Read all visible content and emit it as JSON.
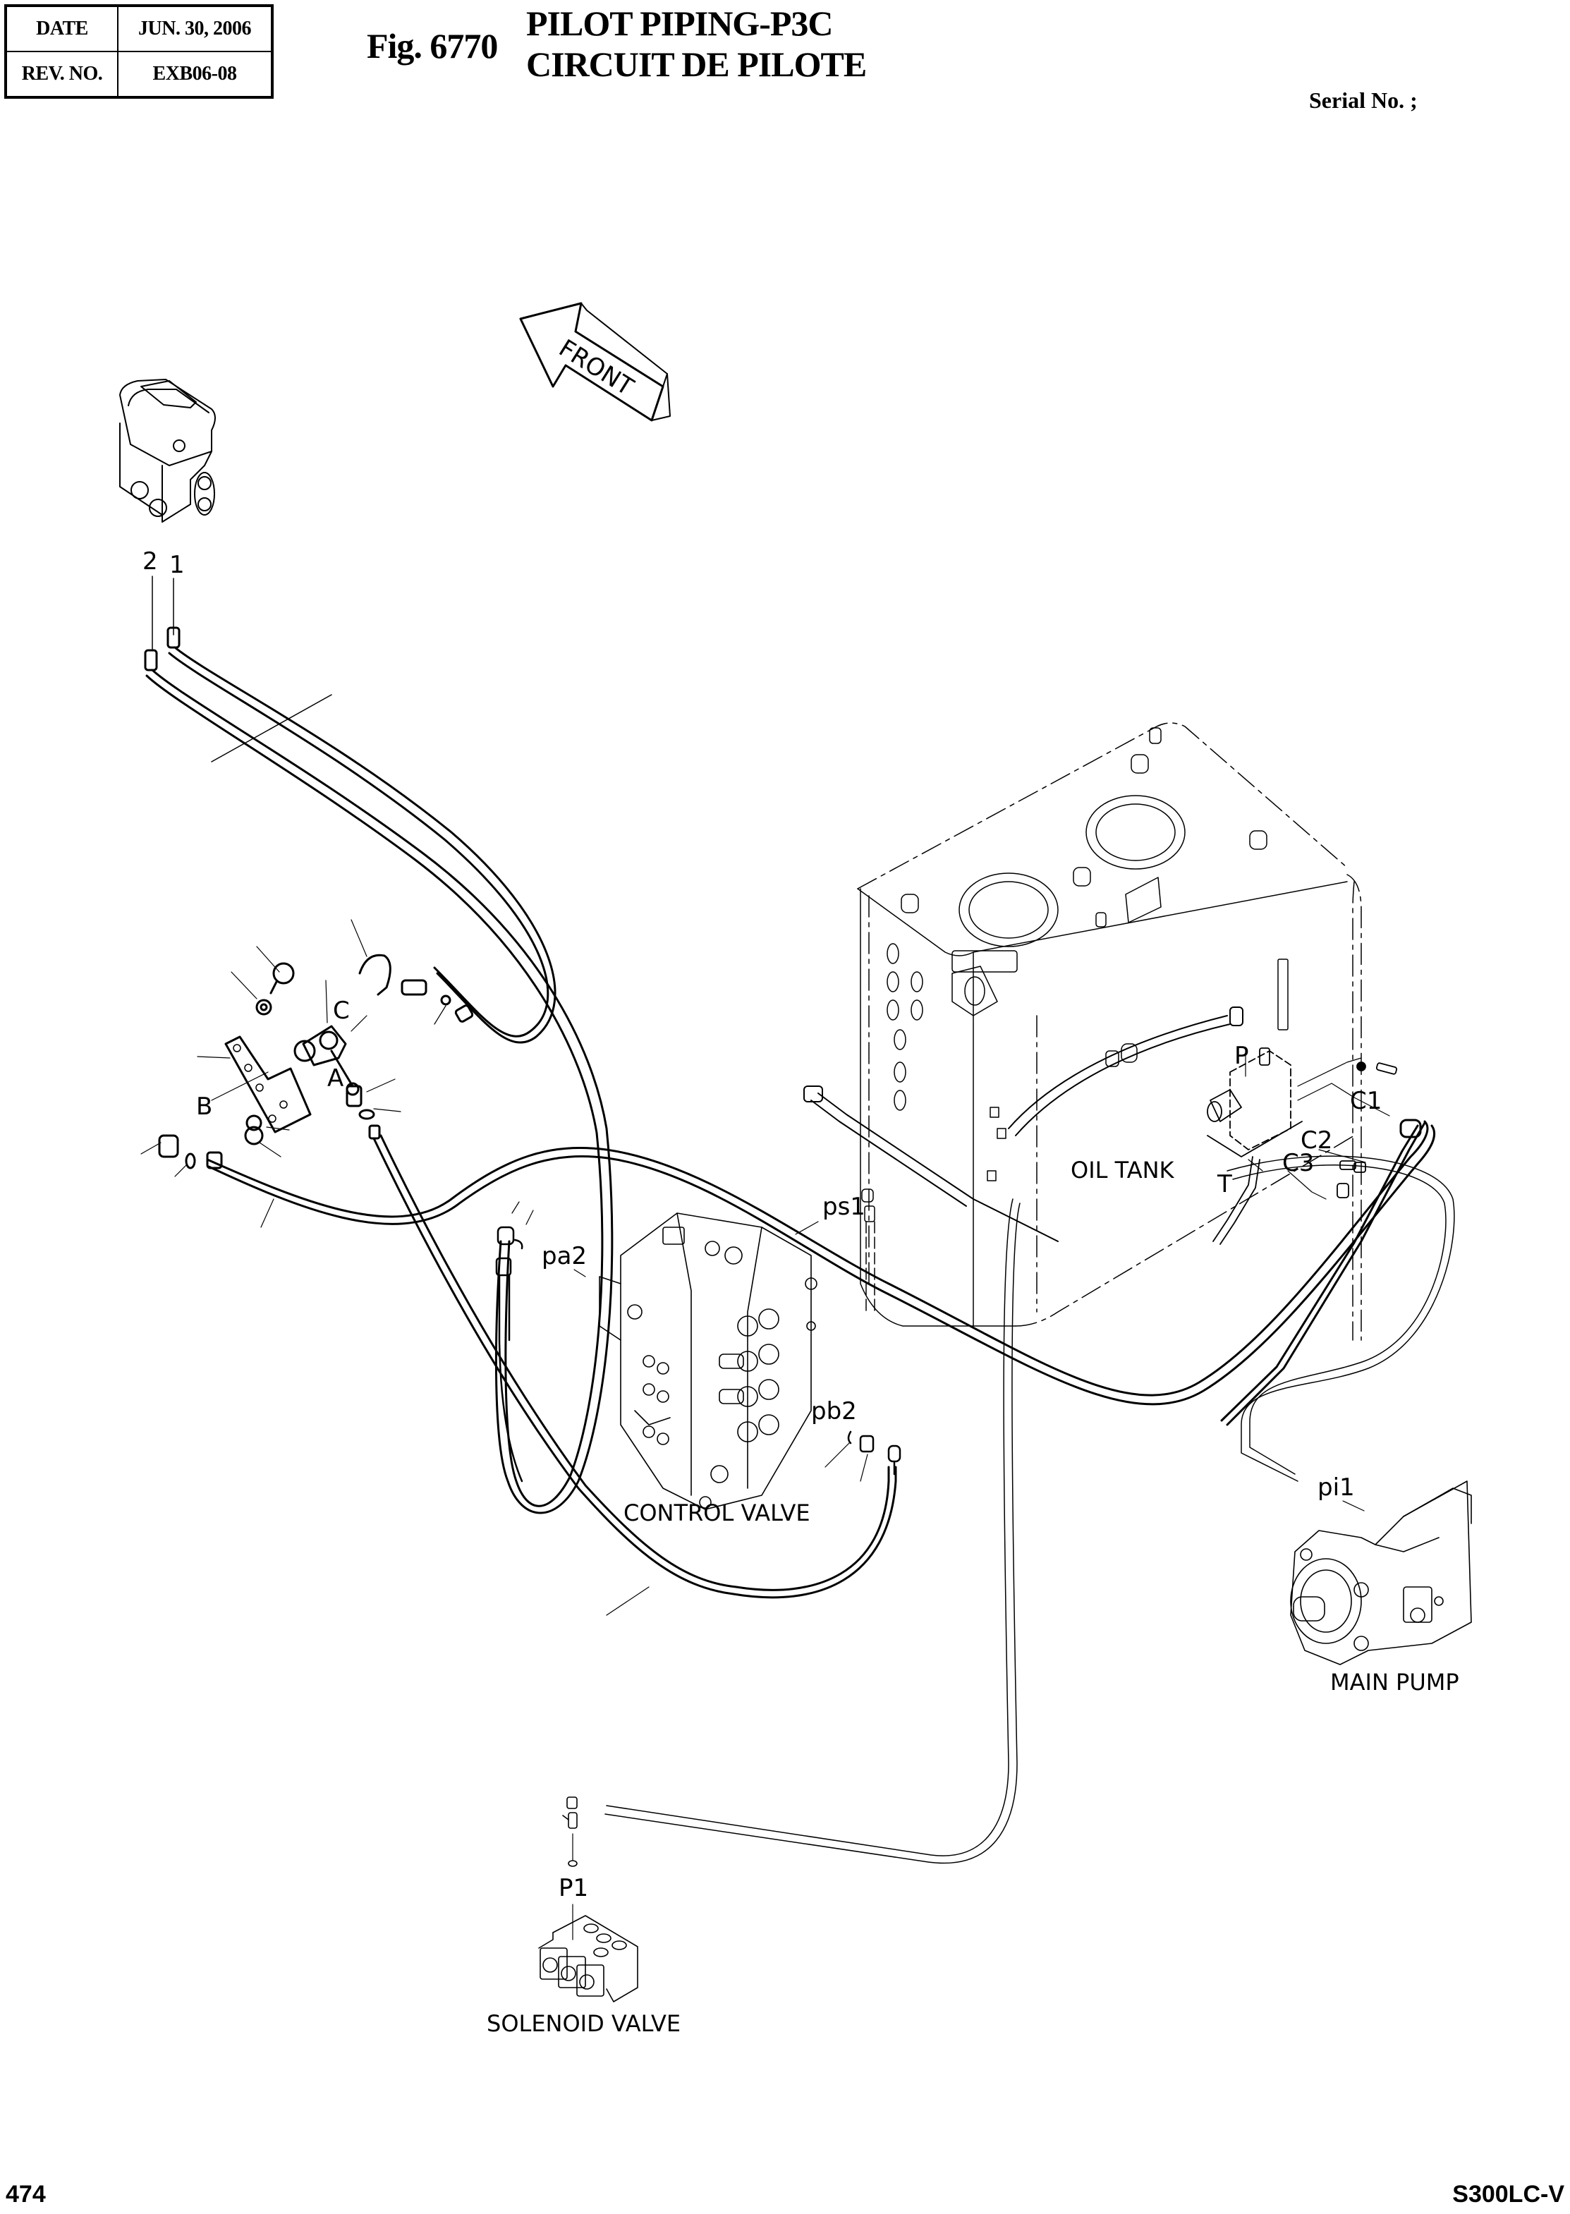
{
  "header": {
    "date_label": "DATE",
    "date_value": "JUN. 30, 2006",
    "rev_label": "REV. NO.",
    "rev_value": "EXB06-08"
  },
  "figure": {
    "number": "Fig. 6770",
    "title_line1": "PILOT PIPING-P3C",
    "title_line2": "CIRCUIT DE PILOTE",
    "serial_label": "Serial No. ;"
  },
  "direction_arrow": {
    "label": "FRONT",
    "icon": "front-direction-arrow-icon"
  },
  "components": {
    "oil_tank": "OIL TANK",
    "control_valve": "CONTROL VALVE",
    "main_pump": "MAIN PUMP",
    "solenoid_valve": "SOLENOID VALVE"
  },
  "callouts": {
    "item_1": "1",
    "item_2": "2",
    "A": "A",
    "B": "B",
    "C": "C",
    "P": "P",
    "T": "T",
    "C1": "C1",
    "C2": "C2",
    "C3": "C3",
    "ps1": "ps1",
    "pa2": "pa2",
    "pb2": "pb2",
    "pi1": "pi1",
    "P1": "P1"
  },
  "footer": {
    "page_number": "474",
    "model": "S300LC-V"
  }
}
